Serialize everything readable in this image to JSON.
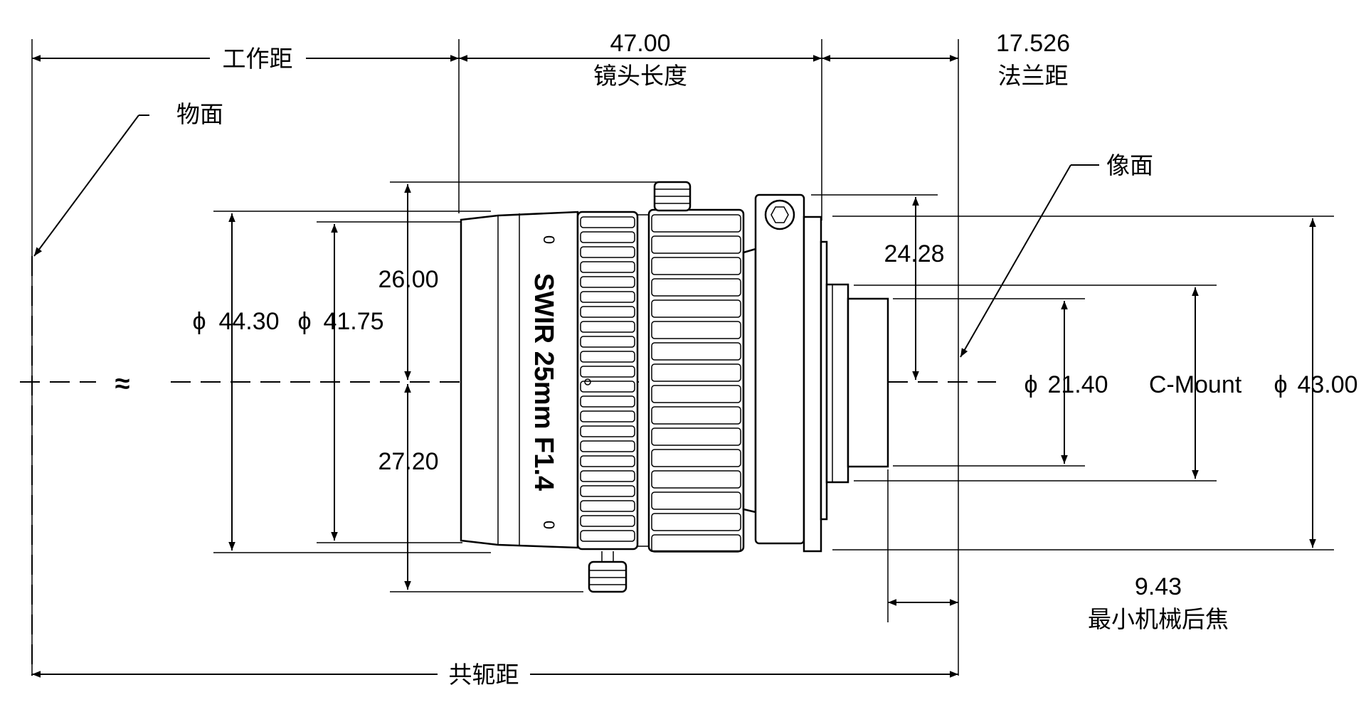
{
  "labels": {
    "working_distance": "工作距",
    "object_plane": "物面",
    "lens_length_value": "47.00",
    "lens_length": "镜头长度",
    "flange_value": "17.526",
    "flange": "法兰距",
    "image_plane": "像面",
    "front_upper": "26.00",
    "front_lower": "27.20",
    "dia_outer": "44.30",
    "dia_inner": "41.75",
    "dia_symbol": "ϕ",
    "rear_height": "24.28",
    "dia_mount": "21.40",
    "mount_type": "C-Mount",
    "dia_flange": "43.00",
    "approx": "≈",
    "back_focus_value": "9.43",
    "back_focus": "最小机械后焦",
    "conjugate": "共轭距"
  },
  "lens_marking": "SWIR 25mm F1.4",
  "scale_marks": [
    "0",
    "0"
  ]
}
